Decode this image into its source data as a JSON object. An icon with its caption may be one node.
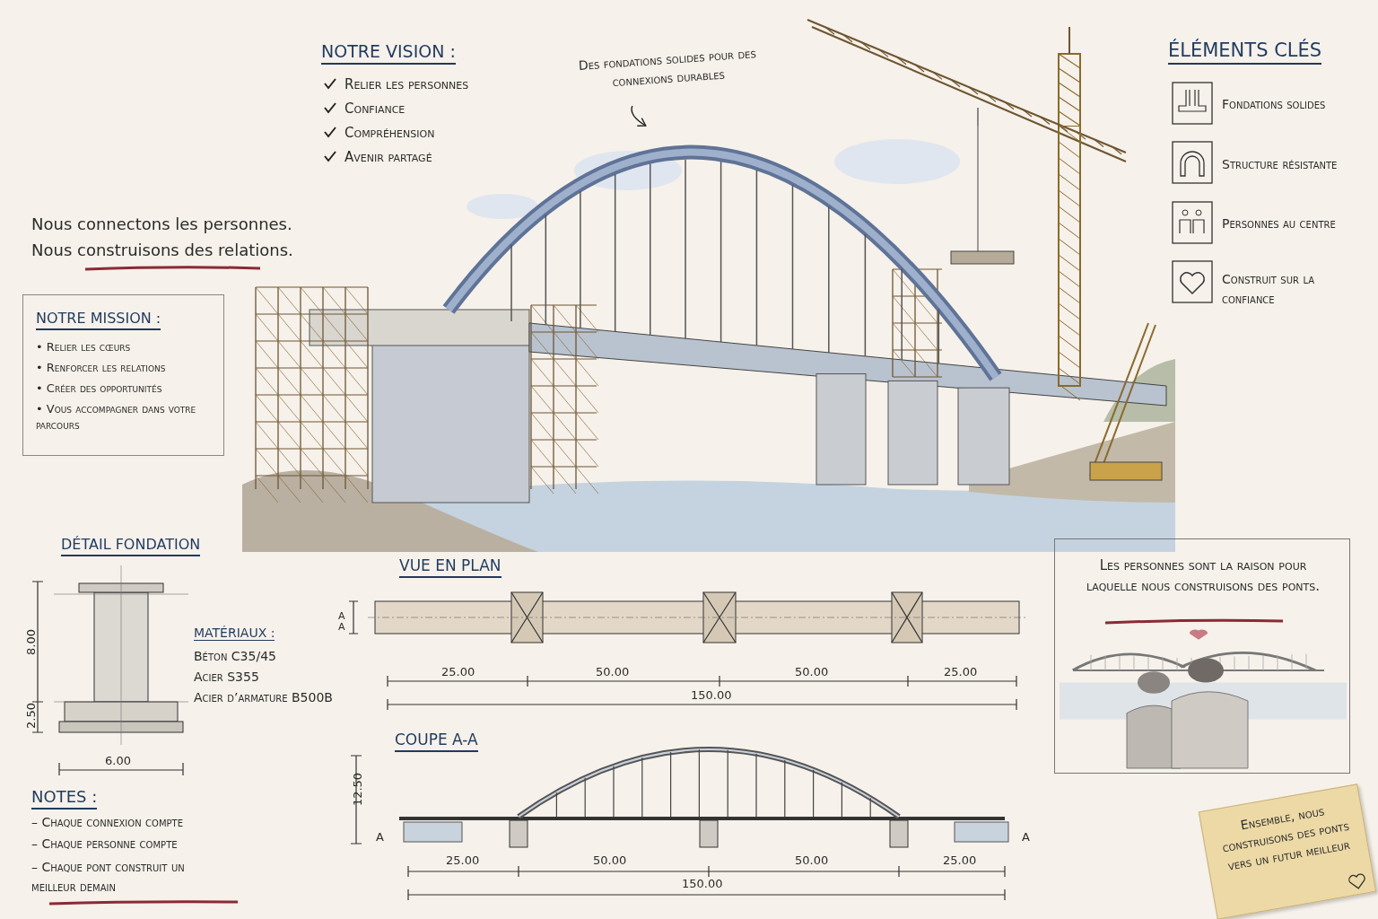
{
  "diagram": {
    "nodes": [
      {
        "text": [
          "NOTRE MISSION :",
          "• Relier les cœurs",
          "• Renforcer les relations",
          "• Créer des opportunités",
          "• Vous accompagner dans votre parcours"
        ]
      },
      {
        "text": [
          "Des fondations solides pour des connexions durables"
        ]
      },
      {
        "text": [],
        "shape": "picture"
      },
      {
        "text": [
          "Les personnes sont la raison pour laquelle nous construisons des ponts."
        ]
      },
      {
        "text": [
          "Ensemble, nous construisons des ponts vers un futur meilleur"
        ]
      }
    ],
    "edges": [
      {
        "from": 1,
        "to": 2,
        "arrow": "to"
      }
    ],
    "labels": [
      "Nous connectons les personnes. Nous construisons des relations.",
      "NOTRE VISION :",
      "Relier les personnes",
      "Confiance",
      "Compréhension",
      "Avenir partagé",
      "ÉLÉMENTS CLÉS",
      "Fondations solides",
      "Structure résistante",
      "Personnes au centre",
      "Construit sur la confiance",
      "DÉTAIL FONDATION",
      "8.00",
      "2.50",
      "6.00",
      "MATÉRIAUX :",
      "Béton C35/45",
      "Acier S355",
      "Acier d’armature B500B",
      "NOTES :",
      "– Chaque connexion compte",
      "– Chaque personne compte",
      "– Chaque pont construit un meilleur demain",
      "VUE EN PLAN",
      "A",
      "A",
      "25.00",
      "50.00",
      "50.00",
      "25.00",
      "150.00",
      "COUPE A-A",
      "12.50",
      "A",
      "A",
      "25.00",
      "50.00",
      "50.00",
      "25.00",
      "150.00"
    ]
  }
}
